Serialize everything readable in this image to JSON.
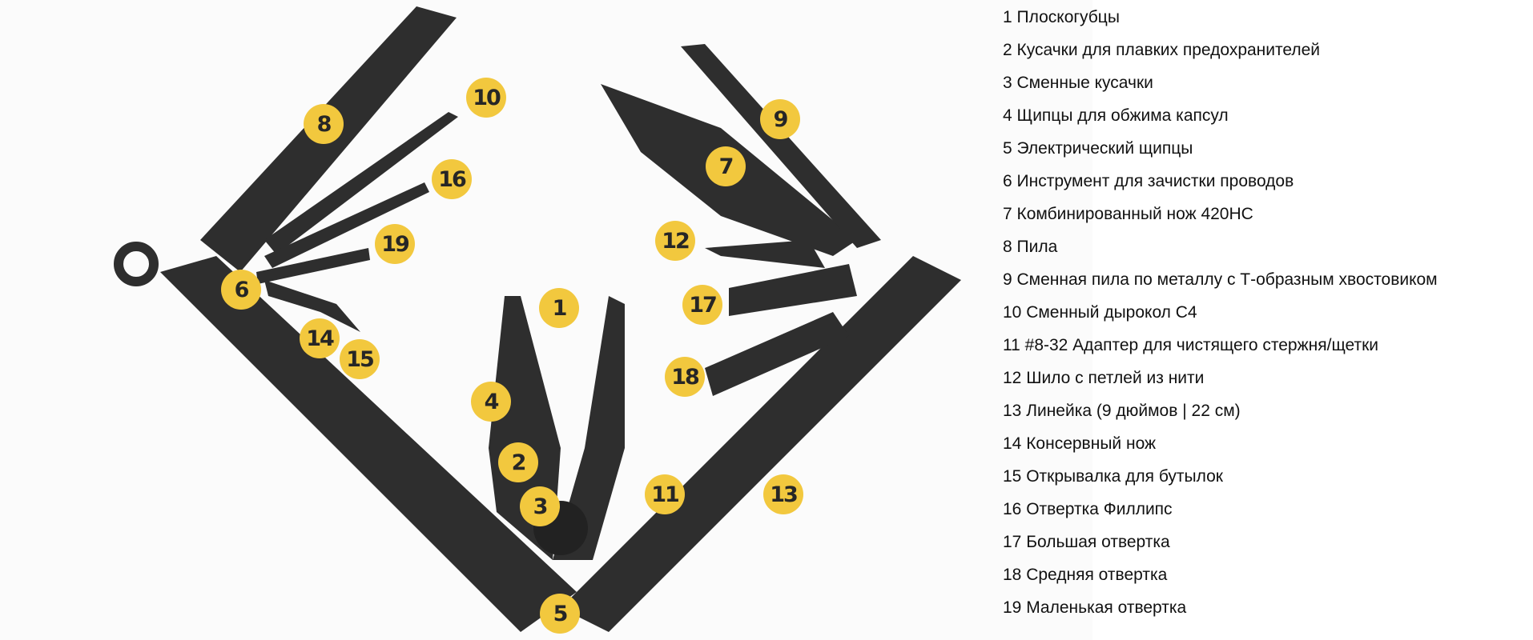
{
  "colors": {
    "badge": "#f2c83e",
    "badge_text": "#262626",
    "tool": "#2e2e2e",
    "background": "#fbfbfb"
  },
  "badges": [
    "1",
    "2",
    "3",
    "4",
    "5",
    "6",
    "7",
    "8",
    "9",
    "10",
    "11",
    "12",
    "13",
    "14",
    "15",
    "16",
    "17",
    "18",
    "19"
  ],
  "legend": [
    "1 Плоскогубцы",
    "2 Кусачки для плавких предохранителей",
    "3 Сменные кусачки",
    "4 Щипцы для обжима капсул",
    "5 Электрический щипцы",
    "6 Инструмент для зачистки проводов",
    "7 Комбинированный нож 420HC",
    "8 Пила",
    "9 Сменная пила по металлу с Т-образным хвостовиком",
    "10 Сменный дырокол С4",
    "11 #8-32 Адаптер для чистящего стержня/щетки",
    "12 Шило с петлей из нити",
    "13 Линейка (9 дюймов | 22 см)",
    "14 Консервный нож",
    "15 Открывалка для бутылок",
    "16 Отвертка Филлипс",
    "17 Большая отвертка",
    "18 Средняя отвертка",
    "19 Маленькая отвертка"
  ]
}
